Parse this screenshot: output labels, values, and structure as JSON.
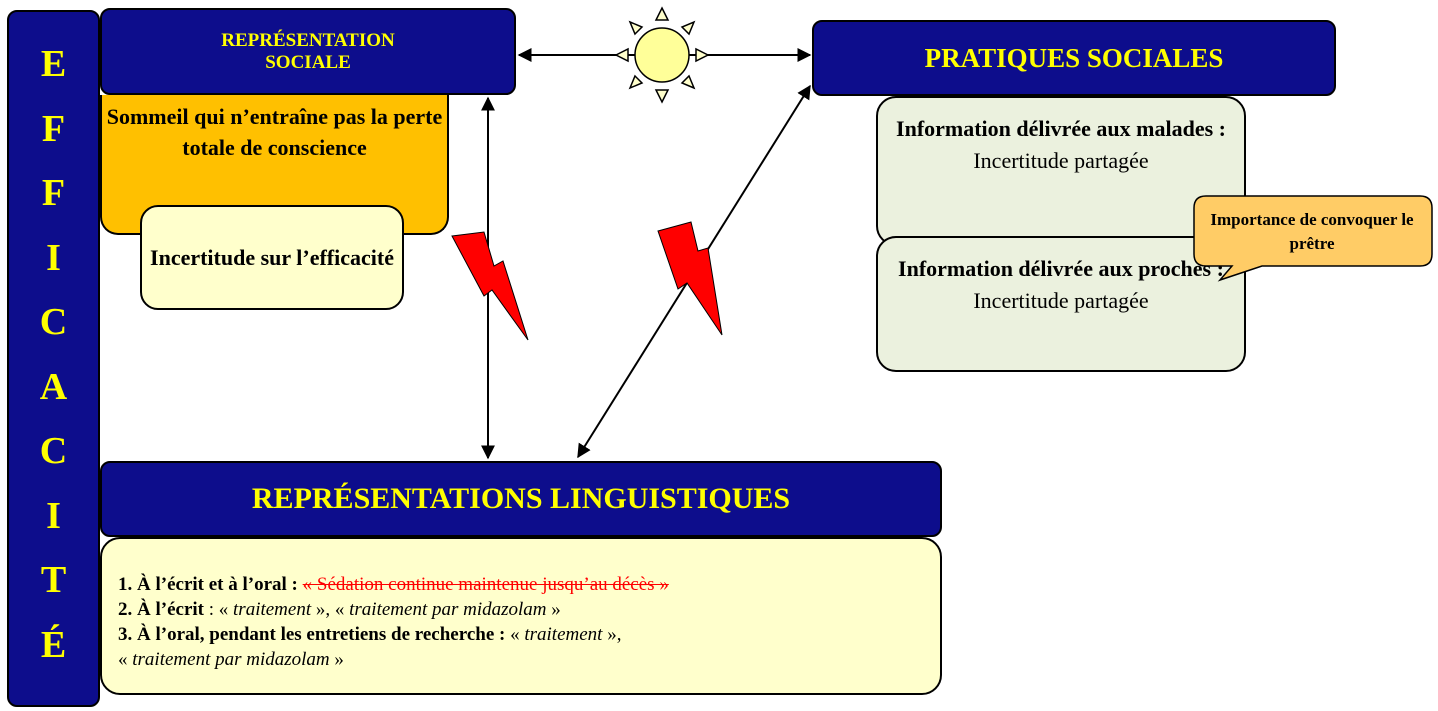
{
  "efficacite": {
    "letters": [
      "E",
      "F",
      "F",
      "I",
      "C",
      "A",
      "C",
      "I",
      "T",
      "É"
    ]
  },
  "representation_sociale": {
    "title_line1": "REPRÉSENTATION",
    "title_line2": "SOCIALE",
    "content": "Sommeil qui n’entraîne pas la perte totale de conscience",
    "incertitude": "Incertitude sur l’efficacité"
  },
  "pratiques_sociales": {
    "title": "PRATIQUES SOCIALES",
    "box1": {
      "bold": "Information délivrée aux malades :",
      "text": "Incertitude partagée"
    },
    "box2": {
      "bold": "Information délivrée aux proches :",
      "text": "Incertitude partagée"
    },
    "callout": "Importance de convoquer le prêtre"
  },
  "representations_linguistiques": {
    "title": "REPRÉSENTATIONS LINGUISTIQUES",
    "line1": {
      "label": "1. À l’écrit et à l’oral :",
      "struck": "« Sédation continue maintenue jusqu’au décès »"
    },
    "line2": {
      "label": "2. À l’écrit",
      "sep": " : « ",
      "term1": "traitement",
      "mid": " », « ",
      "term2": "traitement par midazolam",
      "end": " »"
    },
    "line3": {
      "label": "3. À l’oral,  pendant les entretiens de recherche :",
      "open": " « ",
      "term1": "traitement",
      "mid": " »,",
      "open2": "« ",
      "term2": "traitement par midazolam",
      "end": " »"
    }
  },
  "colors": {
    "navy": "#0d0d8c",
    "yellow_text": "#ffff00",
    "orange": "#ffc000",
    "light_yellow": "#ffffcc",
    "light_green": "#ebf1de",
    "callout": "#ffcc66",
    "lightning": "#ff0000",
    "strike": "#ff0000"
  },
  "icons": [
    "sun-icon",
    "lightning-icon",
    "double-arrow-icon"
  ]
}
